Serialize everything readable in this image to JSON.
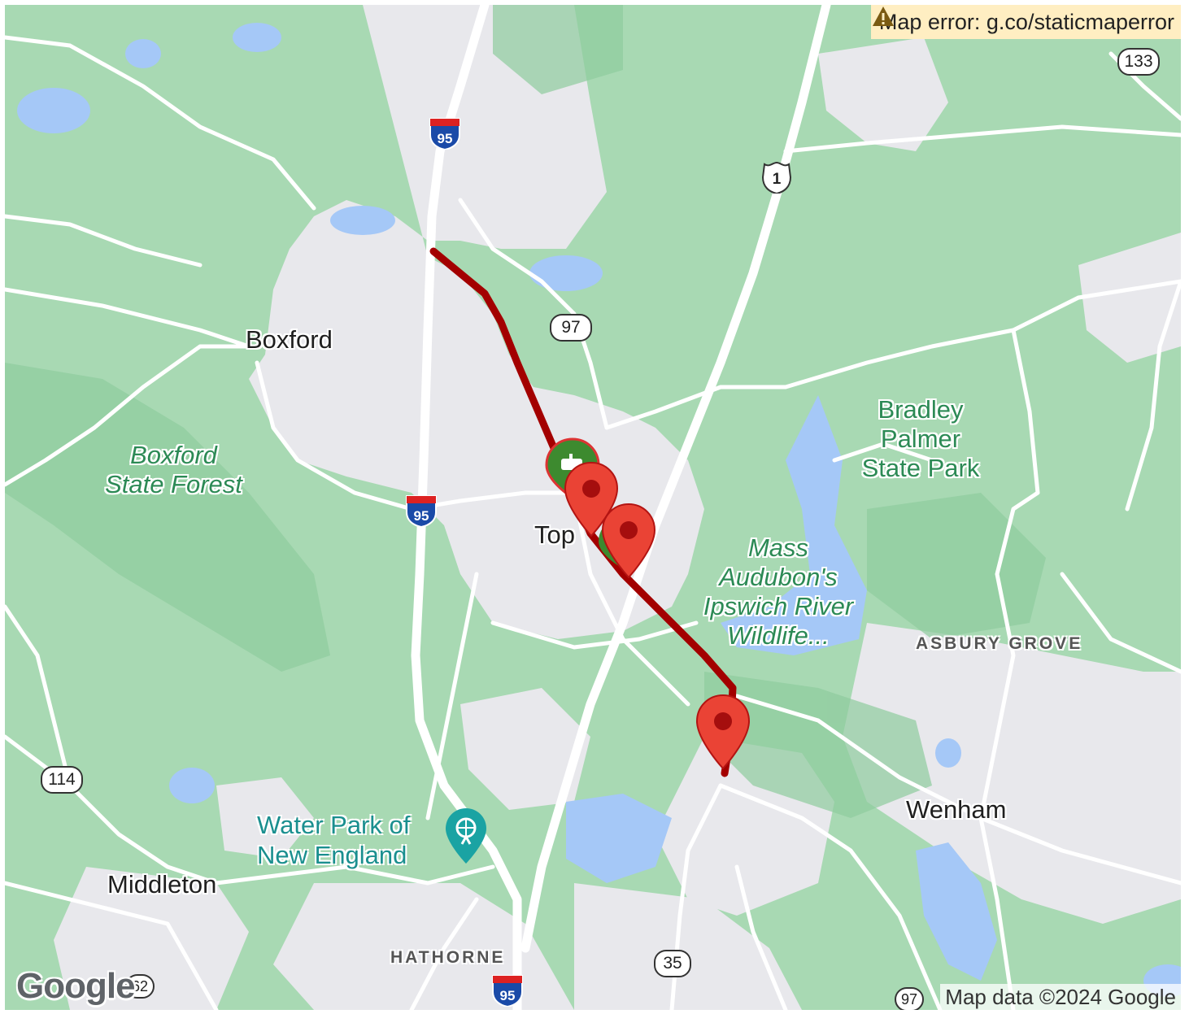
{
  "map": {
    "error_banner": "Map error: g.co/staticmaperror",
    "attribution": "Map data ©2024 Google",
    "logo": "Google",
    "places": {
      "boxford": "Boxford",
      "topsfield": "Top",
      "middleton": "Middleton",
      "wenham": "Wenham",
      "hathorne": "HATHORNE",
      "asbury_grove": "ASBURY GROVE"
    },
    "parks": {
      "boxford_sf_1": "Boxford",
      "boxford_sf_2": "State Forest",
      "bradley_1": "Bradley",
      "bradley_2": "Palmer",
      "bradley_3": "State Park",
      "audubon_1": "Mass",
      "audubon_2": "Audubon's",
      "audubon_3": "Ipswich River",
      "audubon_4": "Wildlife..."
    },
    "attractions": {
      "water_park_1": "Water Park of",
      "water_park_2": "New England"
    },
    "route_shields": {
      "i95_north": "95",
      "i95_mid": "95",
      "i95_south": "95",
      "us1": "1",
      "ma97_north": "97",
      "ma97_south": "97",
      "ma133": "133",
      "ma114": "114",
      "ma35": "35",
      "ma62": "62"
    },
    "icons": {
      "warning": "warning-icon",
      "marker": "map-pin-icon",
      "transit": "train-station-icon",
      "attraction": "amusement-park-icon"
    },
    "colors": {
      "route_line": "#a30000",
      "marker": "#ea4335",
      "park_green": "#a8d9b3",
      "urban_gray": "#e8e8ec",
      "water": "#a5c8f7",
      "road": "#ffffff",
      "transit_green": "#3d8a2f"
    }
  }
}
